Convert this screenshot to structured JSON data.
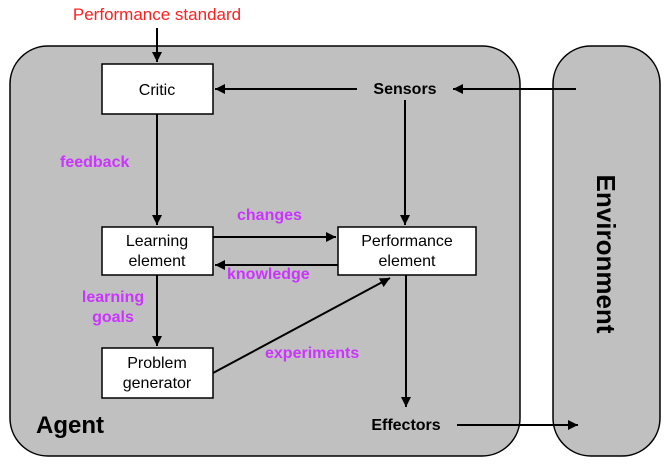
{
  "performance_standard": "Performance standard",
  "agent_label": "Agent",
  "environment_label": "Environment",
  "nodes": {
    "critic": "Critic",
    "sensors": "Sensors",
    "learning_element": [
      "Learning",
      "element"
    ],
    "performance_element": [
      "Performance",
      "element"
    ],
    "problem_generator": [
      "Problem",
      "generator"
    ],
    "effectors": "Effectors"
  },
  "edges": {
    "feedback": "feedback",
    "changes": "changes",
    "knowledge": "knowledge",
    "learning_goals": [
      "learning",
      "goals"
    ],
    "experiments": "experiments"
  },
  "colors": {
    "agent_fill": "#c0c0c0",
    "box_fill": "#ffffff",
    "edge_label": "#cc33ff",
    "standard_label": "#ff2020",
    "stroke": "#000000"
  }
}
